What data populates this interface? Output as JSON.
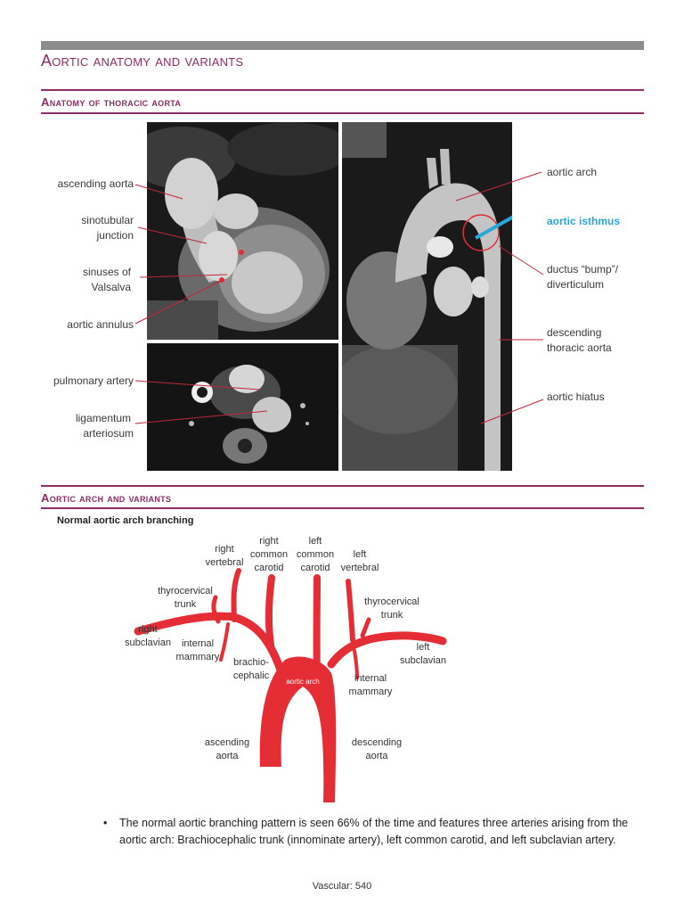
{
  "page": {
    "title": "Aortic anatomy and variants",
    "footer": "Vascular: 540"
  },
  "section1": {
    "title": "Anatomy of thoracic aorta",
    "labels_left": {
      "ascending_aorta": "ascending aorta",
      "sinotubular_1": "sinotubular",
      "sinotubular_2": "junction",
      "sinuses_1": "sinuses of",
      "sinuses_2": "Valsalva",
      "annulus": "aortic annulus",
      "pulmonary": "pulmonary artery",
      "ligamentum_1": "ligamentum",
      "ligamentum_2": "arteriosum"
    },
    "labels_right": {
      "arch": "aortic arch",
      "isthmus": "aortic isthmus",
      "ductus_1": "ductus “bump”/",
      "ductus_2": "diverticulum",
      "descending_1": "descending",
      "descending_2": "thoracic aorta",
      "hiatus": "aortic hiatus"
    }
  },
  "section2": {
    "title": "Aortic arch and variants",
    "subtitle": "Normal aortic arch branching",
    "diagram": {
      "right_vertebral_1": "right",
      "right_vertebral_2": "vertebral",
      "right_cc_1": "right",
      "right_cc_2": "common",
      "right_cc_3": "carotid",
      "left_cc_1": "left",
      "left_cc_2": "common",
      "left_cc_3": "carotid",
      "left_vertebral_1": "left",
      "left_vertebral_2": "vertebral",
      "thyro_r_1": "thyrocervical",
      "thyro_r_2": "trunk",
      "thyro_l_1": "thyrocervical",
      "thyro_l_2": "trunk",
      "right_subclavian_1": "right",
      "right_subclavian_2": "subclavian",
      "left_subclavian_1": "left",
      "left_subclavian_2": "subclavian",
      "internal_mammary_r_1": "internal",
      "internal_mammary_r_2": "mammary",
      "internal_mammary_l_1": "internal",
      "internal_mammary_l_2": "mammary",
      "brachio_1": "brachio-",
      "brachio_2": "cephalic",
      "aortic_arch": "aortic arch",
      "ascending_1": "ascending",
      "ascending_2": "aorta",
      "descending_1": "descending",
      "descending_2": "aorta"
    },
    "bullet": "The normal aortic branching pattern is seen 66% of the time and features three arteries arising from the aortic arch: Brachiocephalic trunk (innominate artery), left common carotid, and left subclavian artery."
  },
  "colors": {
    "accent": "#8a2e63",
    "artery_red": "#e52d35",
    "isthmus_blue": "#2aa6d8"
  }
}
